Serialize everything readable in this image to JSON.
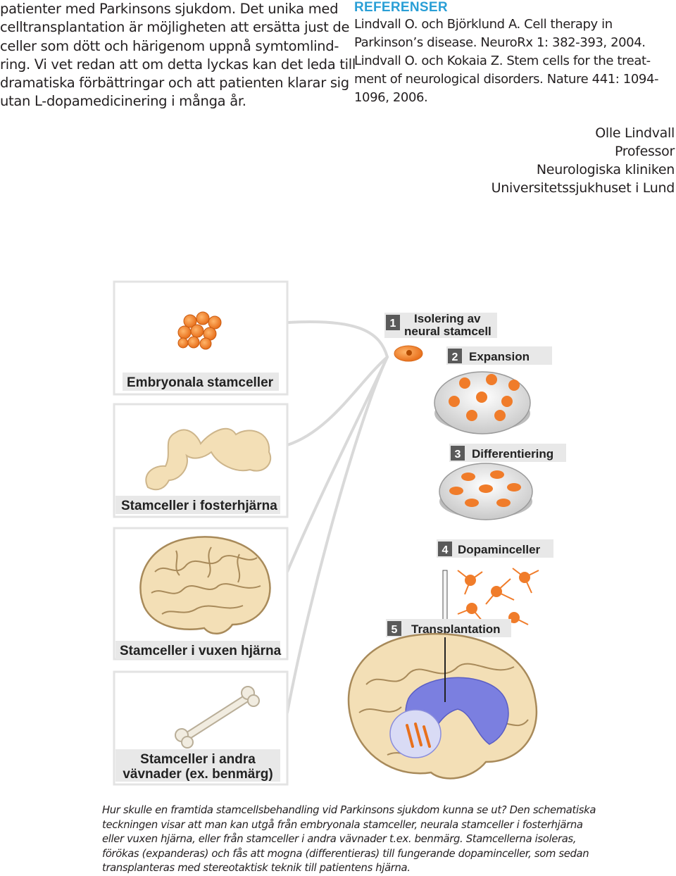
{
  "body_text": {
    "lines": [
      "patienter med Parkinsons sjukdom. Det unika med",
      "celltransplantation är möjligheten att ersätta just de",
      "celler som dött och härigenom uppnå symtomlind-",
      "ring. Vi vet redan att om detta lyckas kan det leda till",
      "dramatiska förbättringar och att patienten klarar sig",
      "utan L-dopamedicinering i många år."
    ]
  },
  "references": {
    "heading": "REFERENSER",
    "lines": [
      "Lindvall O. och Björklund A. Cell therapy in",
      "Parkinson’s disease. NeuroRx 1: 382-393, 2004.",
      "Lindvall O. och Kokaia Z. Stem cells for the treat-",
      "ment of neurological disorders. Nature 441: 1094-",
      "1096, 2006."
    ]
  },
  "author": {
    "name": "Olle Lindvall",
    "title": "Professor",
    "department": "Neurologiska kliniken",
    "institution": "Universitetssjukhuset i Lund"
  },
  "figure": {
    "sources": [
      {
        "label_lines": [
          "Embryonala stamceller"
        ]
      },
      {
        "label_lines": [
          "Stamceller i fosterhjärna"
        ]
      },
      {
        "label_lines": [
          "Stamceller i vuxen hjärna"
        ]
      },
      {
        "label_lines": [
          "Stamceller i andra",
          "vävnader (ex. benmärg)"
        ]
      }
    ],
    "steps": [
      {
        "number": "1",
        "label_lines": [
          "Isolering av",
          "neural stamcell"
        ]
      },
      {
        "number": "2",
        "label_lines": [
          "Expansion"
        ]
      },
      {
        "number": "3",
        "label_lines": [
          "Differentiering"
        ]
      },
      {
        "number": "4",
        "label_lines": [
          "Dopaminceller"
        ]
      },
      {
        "number": "5",
        "label_lines": [
          "Transplantation"
        ]
      }
    ],
    "colors": {
      "cell_orange": "#f07c2a",
      "tissue_beige": "#f3dfb6",
      "brain_purple": "#7b7fe0",
      "line_gray": "#d4d4d4"
    }
  },
  "caption": {
    "lines": [
      "Hur skulle en framtida stamcellsbehandling vid Parkinsons sjukdom kunna se ut? Den schematiska",
      "teckningen visar att man kan utgå från embryonala stamceller, neurala stamceller i fosterhjärna",
      "eller vuxen hjärna, eller från stamceller i andra vävnader t.ex. benmärg. Stamcellerna isoleras,",
      "förökas (expanderas) och fås att mogna (differentieras) till fungerande dopaminceller, som sedan",
      "transplanteras med stereotaktisk teknik till patientens hjärna."
    ]
  }
}
